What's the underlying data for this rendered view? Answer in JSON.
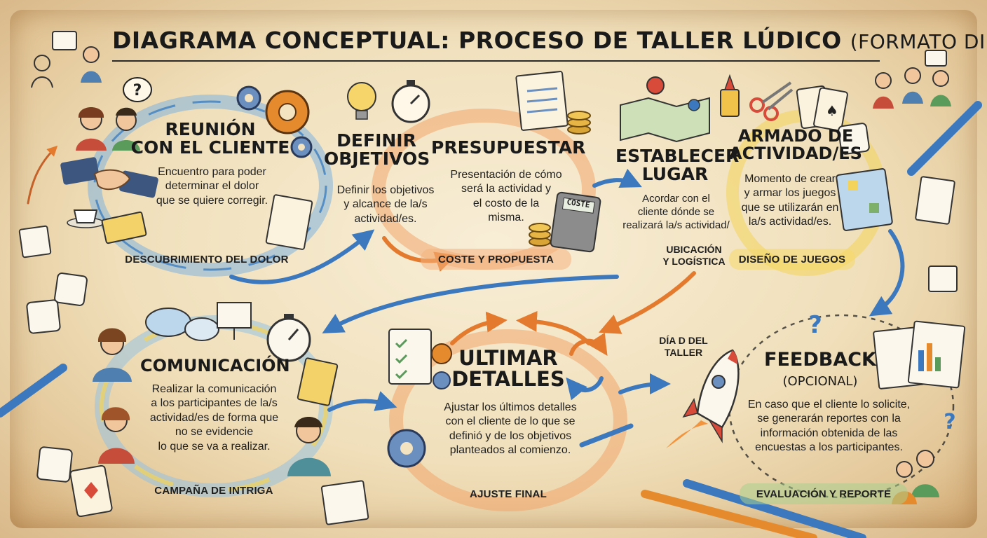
{
  "title": {
    "main": "DIAGRAMA CONCEPTUAL: PROCESO DE TALLER LÚDICO",
    "suffix": "(FORMATO DIBUJO)"
  },
  "steps": [
    {
      "id": "reunion",
      "title": "REUNIÓN\nCON EL CLIENTE",
      "description": "Encuentro para poder\ndeterminar el dolor\nque se quiere corregir.",
      "tag": "DESCUBRIMIENTO DEL DOLOR"
    },
    {
      "id": "objetivos",
      "title": "DEFINIR\nOBJETIVOS",
      "description": "Definir los objetivos\ny alcance de la/s\nactividad/es.",
      "tag": ""
    },
    {
      "id": "presupuestar",
      "title": "PRESUPUESTAR",
      "description": "Presentación de cómo\nserá la actividad y\nel costo de la\nmisma.",
      "tag": "COSTE Y PROPUESTA"
    },
    {
      "id": "lugar",
      "title": "ESTABLECER\nLUGAR",
      "description": "Acordar con el\ncliente dónde se\nrealizará la/s actividad/",
      "tag": "UBICACIÓN\nY LOGÍSTICA"
    },
    {
      "id": "armado",
      "title": "ARMADO DE\nACTIVIDAD/ES",
      "description": "Momento de crear\ny armar los juegos\nque se utilizarán en\nla/s actividad/es.",
      "tag": "DISEÑO DE JUEGOS"
    },
    {
      "id": "comunicacion",
      "title": "COMUNICACIÓN",
      "description": "Realizar la comunicación\na los participantes de la/s\nactividad/es de forma que\nno se evidencie\nlo que se va a realizar.",
      "tag": "CAMPAÑA DE INTRIGA"
    },
    {
      "id": "ultimar",
      "title": "ULTIMAR\nDETALLES",
      "description": "Ajustar los últimos detalles\ncon el cliente de lo que se\ndefinió y de los objetivos\nplanteados al comienzo.",
      "tag": "AJUSTE FINAL"
    },
    {
      "id": "dia_d",
      "title": "DÍA D DEL\nTALLER",
      "description": "",
      "tag": ""
    },
    {
      "id": "feedback",
      "title": "FEEDBACK",
      "subtitle": "(OPCIONAL)",
      "description": "En caso que el cliente lo solicite,\nse generarán reportes con la\ninformación obtenida de las\nencuestas a los participantes.",
      "tag": "EVALUACIÓN Y REPORTE"
    }
  ],
  "icons": [
    "handshake-icon",
    "gear-icon",
    "lightbulb-icon",
    "stopwatch-icon",
    "invoice-icon",
    "coins-icon",
    "calculator-icon",
    "map-icon",
    "glue-icon",
    "scissors-icon",
    "cards-icon",
    "dice-icon",
    "board-game-icon",
    "speech-bubble-icon",
    "checklist-icon",
    "notepad-icon",
    "rocket-icon",
    "report-chart-icon",
    "pencil-icon",
    "people-icon",
    "question-icon"
  ],
  "calculator_label": "COSTE",
  "colors": {
    "paper": "#f0dfba",
    "blue": "#4f8fcf",
    "orange": "#ec8a3c",
    "gear_orange": "#e07a22",
    "yellow": "#f3d35a",
    "green": "#7fb06a",
    "red": "#d84a3a",
    "ink": "#1a1a1a"
  }
}
